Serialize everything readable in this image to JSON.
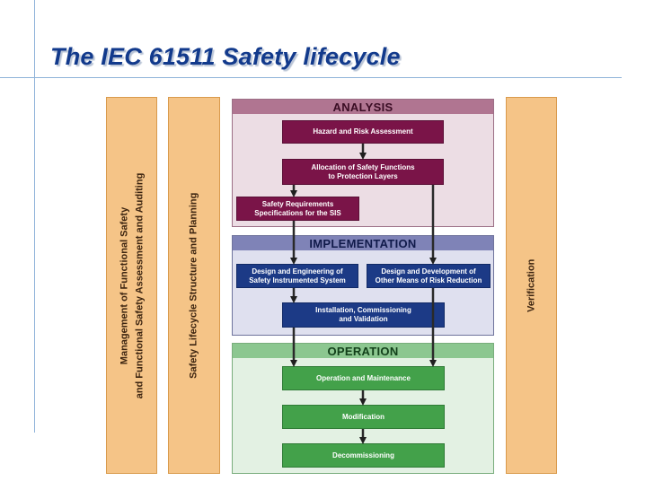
{
  "slide": {
    "title": "The IEC 61511 Safety lifecycle"
  },
  "columns": {
    "management_line1": "Management of Functional Safety",
    "management_line2": "and Functional Safety Assessment and Auditing",
    "structure": "Safety Lifecycle Structure and Planning",
    "verification": "Verification"
  },
  "analysis": {
    "header": "ANALYSIS",
    "hazard": "Hazard and Risk Assessment",
    "allocation_line1": "Allocation of Safety Functions",
    "allocation_line2": "to Protection Layers",
    "srs_line1": "Safety Requirements",
    "srs_line2": "Specifications for the SIS"
  },
  "implementation": {
    "header": "IMPLEMENTATION",
    "design_sis_line1": "Design and Engineering of",
    "design_sis_line2": "Safety Instrumented System",
    "design_other_line1": "Design and Development of",
    "design_other_line2": "Other Means of Risk Reduction",
    "install_line1": "Installation, Commissioning",
    "install_line2": "and Validation"
  },
  "operation": {
    "header": "OPERATION",
    "operation_maintenance": "Operation and Maintenance",
    "modification": "Modification",
    "decommissioning": "Decommissioning"
  },
  "colors": {
    "column_bar": "#f5c487",
    "analysis_box": "#7a1448",
    "implementation_box": "#1c3a86",
    "operation_box": "#43a14a",
    "title": "#123a8c"
  }
}
